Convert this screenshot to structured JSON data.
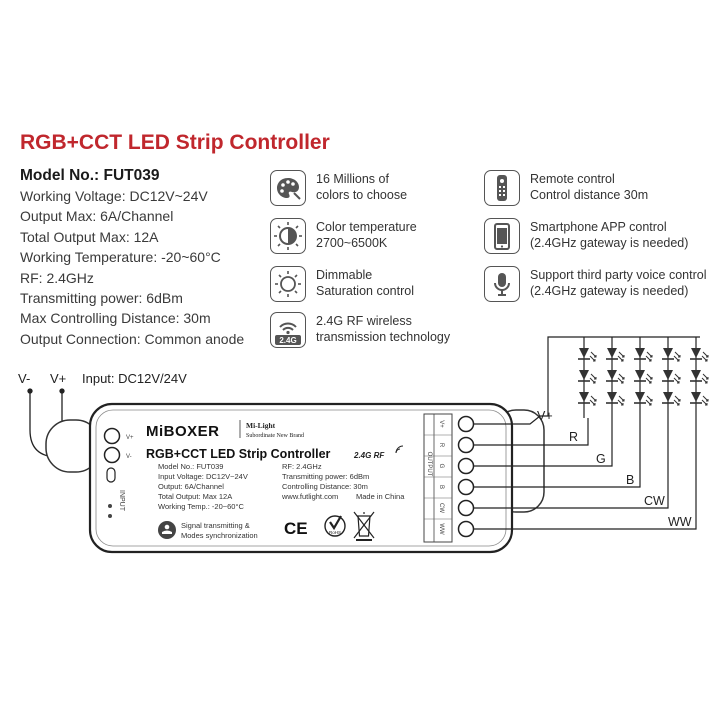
{
  "title": "RGB+CCT LED Strip Controller",
  "specs": {
    "model": "Model No.: FUT039",
    "lines": [
      "Working Voltage: DC12V~24V",
      "Output Max: 6A/Channel",
      "Total Output Max: 12A",
      "Working Temperature: -20~60°C",
      "RF: 2.4GHz",
      "Transmitting power: 6dBm",
      "Max Controlling Distance: 30m",
      "Output Connection: Common anode"
    ]
  },
  "features": [
    {
      "icon": "palette-icon",
      "line1": "16 Millions of",
      "line2": "colors to choose"
    },
    {
      "icon": "color-temperature-icon",
      "line1": "Color temperature",
      "line2": "2700~6500K"
    },
    {
      "icon": "sun-dimmable-icon",
      "line1": "Dimmable",
      "line2": "Saturation control"
    },
    {
      "icon": "wifi-2.4g-icon",
      "line1": "2.4G RF wireless",
      "line2": "transmission technology",
      "badge": "2.4G"
    },
    {
      "icon": "remote-control-icon",
      "line1": "Remote control",
      "line2": "Control distance 30m"
    },
    {
      "icon": "smartphone-icon",
      "line1": "Smartphone APP control",
      "line2": "(2.4GHz gateway is needed)"
    },
    {
      "icon": "microphone-icon",
      "line1": "Support third party voice control",
      "line2": "(2.4GHz gateway is needed)"
    }
  ],
  "input": {
    "vminus": "V-",
    "vplus": "V+",
    "label": "Input: DC12V/24V"
  },
  "outputs": [
    "V+",
    "R",
    "G",
    "B",
    "CW",
    "WW"
  ],
  "device": {
    "brand": "MiBOXER",
    "sub_brand": "Mi-Light",
    "sub_tagline": "Subordinate New Brand",
    "title": "RGB+CCT LED Strip Controller",
    "badge": "2.4G RF",
    "left_specs": [
      "Model No.: FUT039",
      "Input Voltage: DC12V~24V",
      "Output: 6A/Channel",
      "Total Output: Max 12A",
      "Working Temp.: -20~60°C"
    ],
    "right_specs": [
      "RF: 2.4GHz",
      "Transmitting power: 6dBm",
      "Controlling Distance: 30m"
    ],
    "website": "www.futlight.com",
    "made_in": "Made in China",
    "sync_line1": "Signal transmitting &",
    "sync_line2": "Modes synchronization",
    "input_terminals": [
      "V+",
      "V-"
    ],
    "input_label": "INPUT",
    "output_label": "OUTPUT",
    "terminal_labels": [
      "V+",
      "R",
      "G",
      "B",
      "CW",
      "WW"
    ],
    "cert_ce": "CE",
    "cert_rohs": "RoHS"
  }
}
